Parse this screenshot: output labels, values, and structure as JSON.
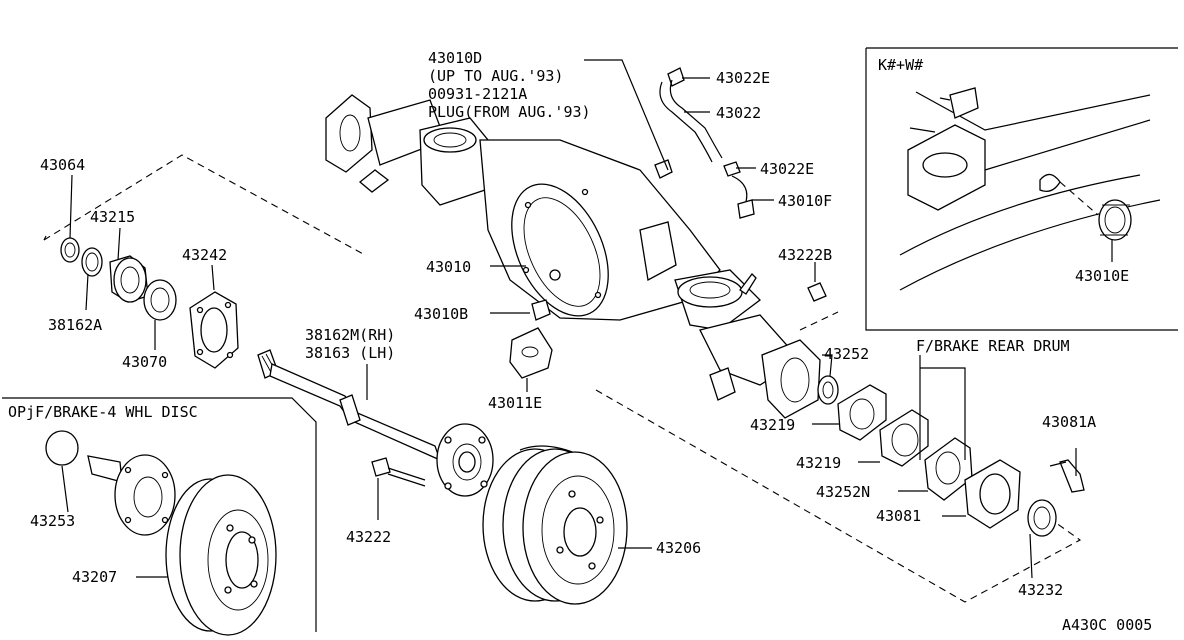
{
  "labels": {
    "p43010D": "43010D",
    "up_to": "(UP TO AUG.'93)",
    "p00931": "00931-2121A",
    "plug": "PLUG(FROM AUG.'93)",
    "p43022E_a": "43022E",
    "p43022": "43022",
    "p43022E_b": "43022E",
    "p43010F": "43010F",
    "p43064": "43064",
    "p43215": "43215",
    "p43242": "43242",
    "p38162A": "38162A",
    "p43070": "43070",
    "p43010": "43010",
    "p43010B": "43010B",
    "p43011E": "43011E",
    "p38162M": "38162M(RH)",
    "p38163": "38163  (LH)",
    "p43222B": "43222B",
    "p43252": "43252",
    "p43219_a": "43219",
    "p43219_b": "43219",
    "p43252N": "43252N",
    "p43081A": "43081A",
    "p43081": "43081",
    "p43232": "43232",
    "p43222": "43222",
    "p43206": "43206",
    "p43253": "43253",
    "p43207": "43207",
    "p43010E": "43010E"
  },
  "captions": {
    "kw": "K#+W#",
    "f_brake_rear_drum": "F/BRAKE REAR DRUM",
    "disc_option": "OPjF/BRAKE-4 WHL DISC",
    "figure_code": "A430C 0005"
  }
}
